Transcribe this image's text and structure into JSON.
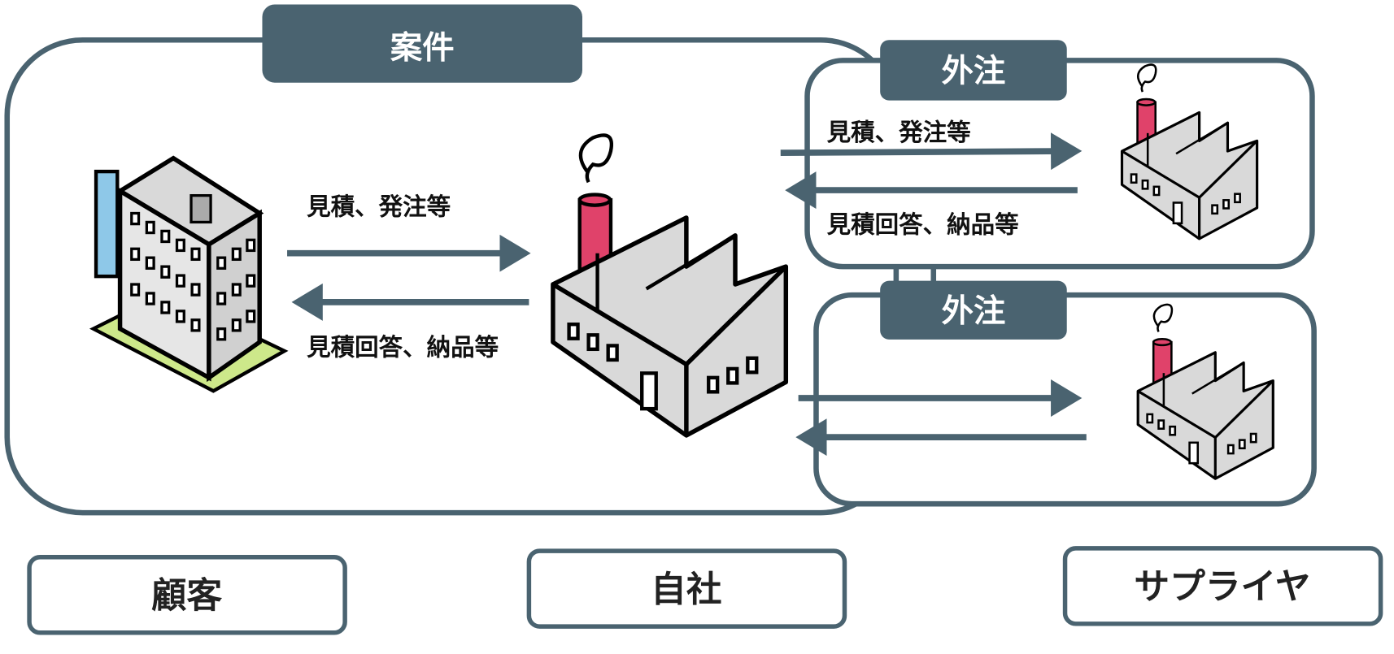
{
  "colors": {
    "frame": "#4a6370",
    "chimney": "#e0426a",
    "wall": "#d9d9d9",
    "window_blue": "#8ec8e8",
    "grass": "#cde88a"
  },
  "groups": {
    "project": "案件",
    "outsource_top": "外注",
    "outsource_bottom": "外注"
  },
  "flows": {
    "customer_to_company": "見積、発注等",
    "company_to_customer": "見積回答、納品等",
    "company_to_supplier1": "見積、発注等",
    "supplier1_to_company": "見積回答、納品等"
  },
  "actors": {
    "customer": "顧客",
    "company": "自社",
    "supplier": "サプライヤ"
  }
}
